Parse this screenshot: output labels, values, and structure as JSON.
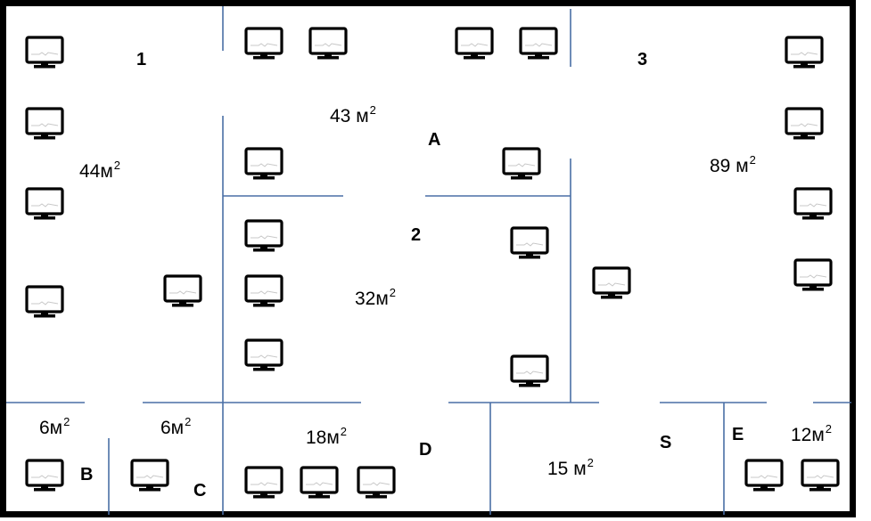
{
  "colors": {
    "outer_wall": "#000000",
    "inner_wall": "#4a6fa5",
    "monitor": "#000000"
  },
  "rooms": {
    "r1": {
      "number": "1",
      "area": "44м",
      "exp": "2"
    },
    "r2": {
      "number": "2",
      "area": "32м",
      "exp": "2"
    },
    "r3": {
      "number": "3",
      "area": "89 м",
      "exp": "2"
    },
    "rA": {
      "letter": "A",
      "area": "43 м",
      "exp": "2"
    },
    "rB": {
      "letter": "B",
      "area": "6м",
      "exp": "2"
    },
    "rC": {
      "letter": "C",
      "area": "6м",
      "exp": "2"
    },
    "rD": {
      "letter": "D",
      "area": "18м",
      "exp": "2"
    },
    "rS": {
      "letter": "S",
      "area": "15 м",
      "exp": "2"
    },
    "rE": {
      "letter": "E",
      "area": "12м",
      "exp": "2"
    }
  },
  "icons": {
    "computer": "monitor-icon"
  }
}
